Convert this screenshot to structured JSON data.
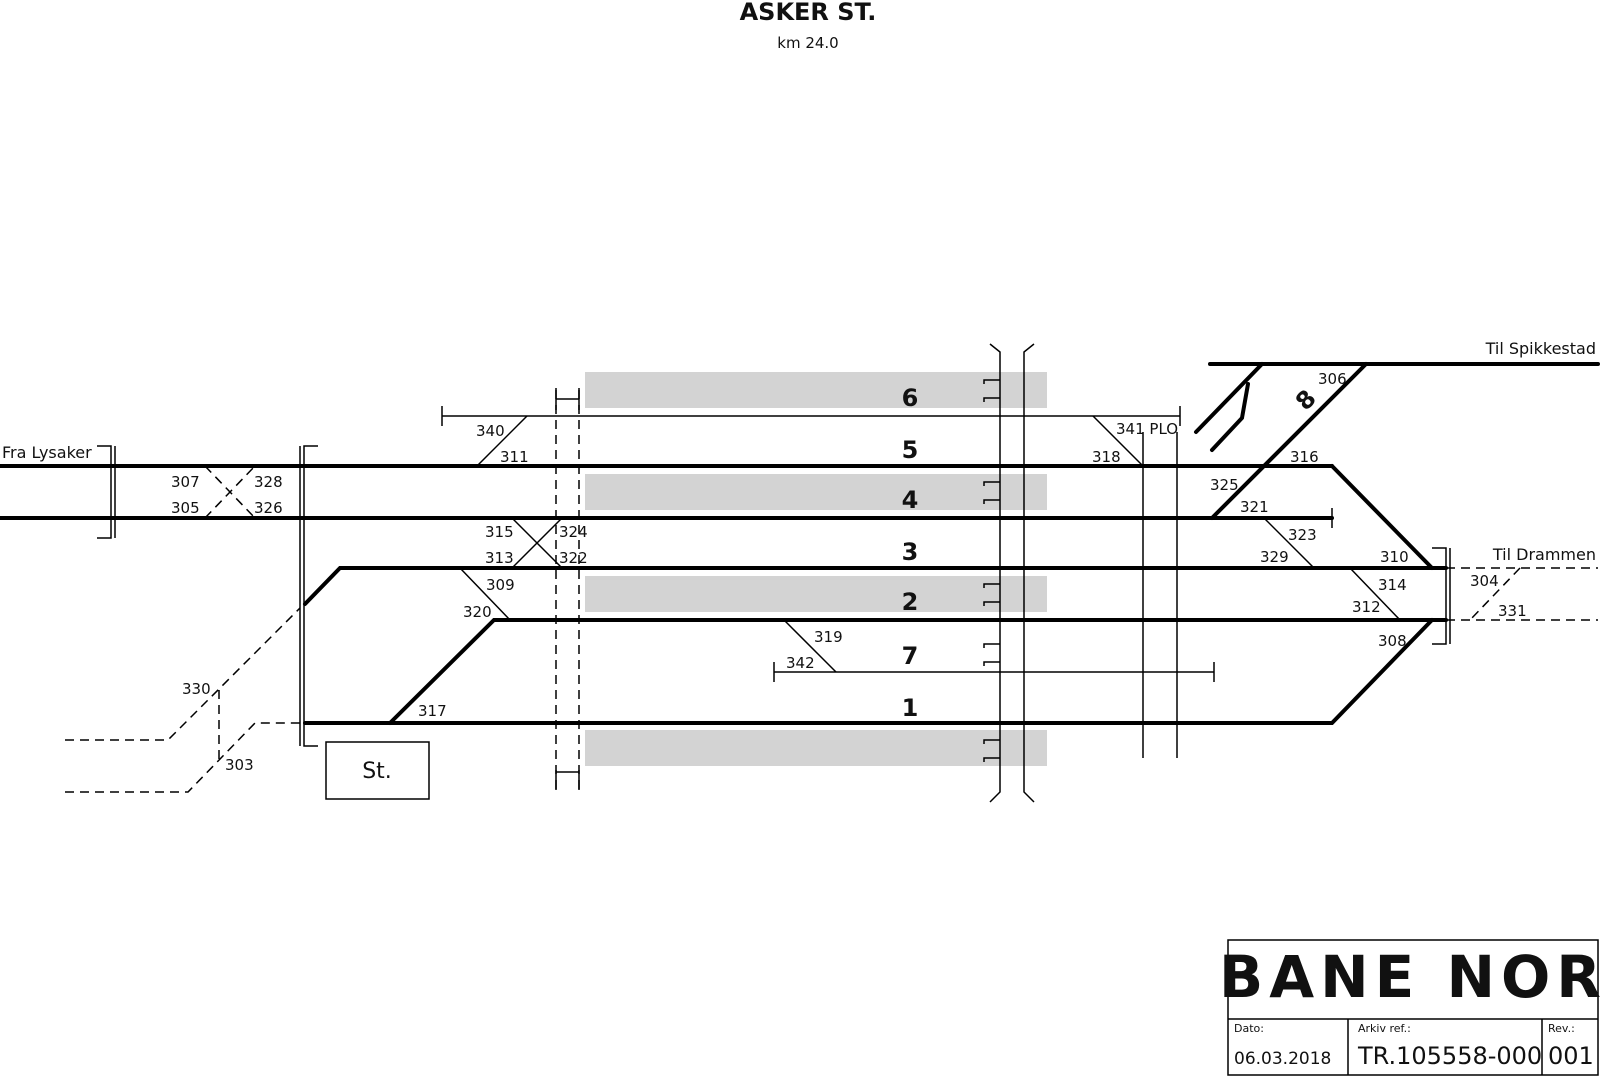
{
  "header": {
    "title": "ASKER ST.",
    "km": "km 24.0"
  },
  "directions": {
    "from_lysaker": "Fra Lysaker",
    "to_spikkestad": "Til Spikkestad",
    "to_drammen": "Til Drammen"
  },
  "tracks": [
    "6",
    "5",
    "4",
    "3",
    "2",
    "7",
    "1",
    "8"
  ],
  "switches": [
    "340",
    "311",
    "307",
    "305",
    "328",
    "326",
    "315",
    "313",
    "324",
    "322",
    "309",
    "320",
    "319",
    "342",
    "317",
    "330",
    "303",
    "341 PLO",
    "318",
    "306",
    "316",
    "325",
    "321",
    "323",
    "329",
    "310",
    "314",
    "312",
    "308",
    "304",
    "331"
  ],
  "station_box": "St.",
  "title_block": {
    "logo": "BANE NOR",
    "date_label": "Dato:",
    "date": "06.03.2018",
    "arkiv_label": "Arkiv ref.:",
    "arkiv": "TR.105558-000",
    "rev_label": "Rev.:",
    "rev": "001"
  }
}
